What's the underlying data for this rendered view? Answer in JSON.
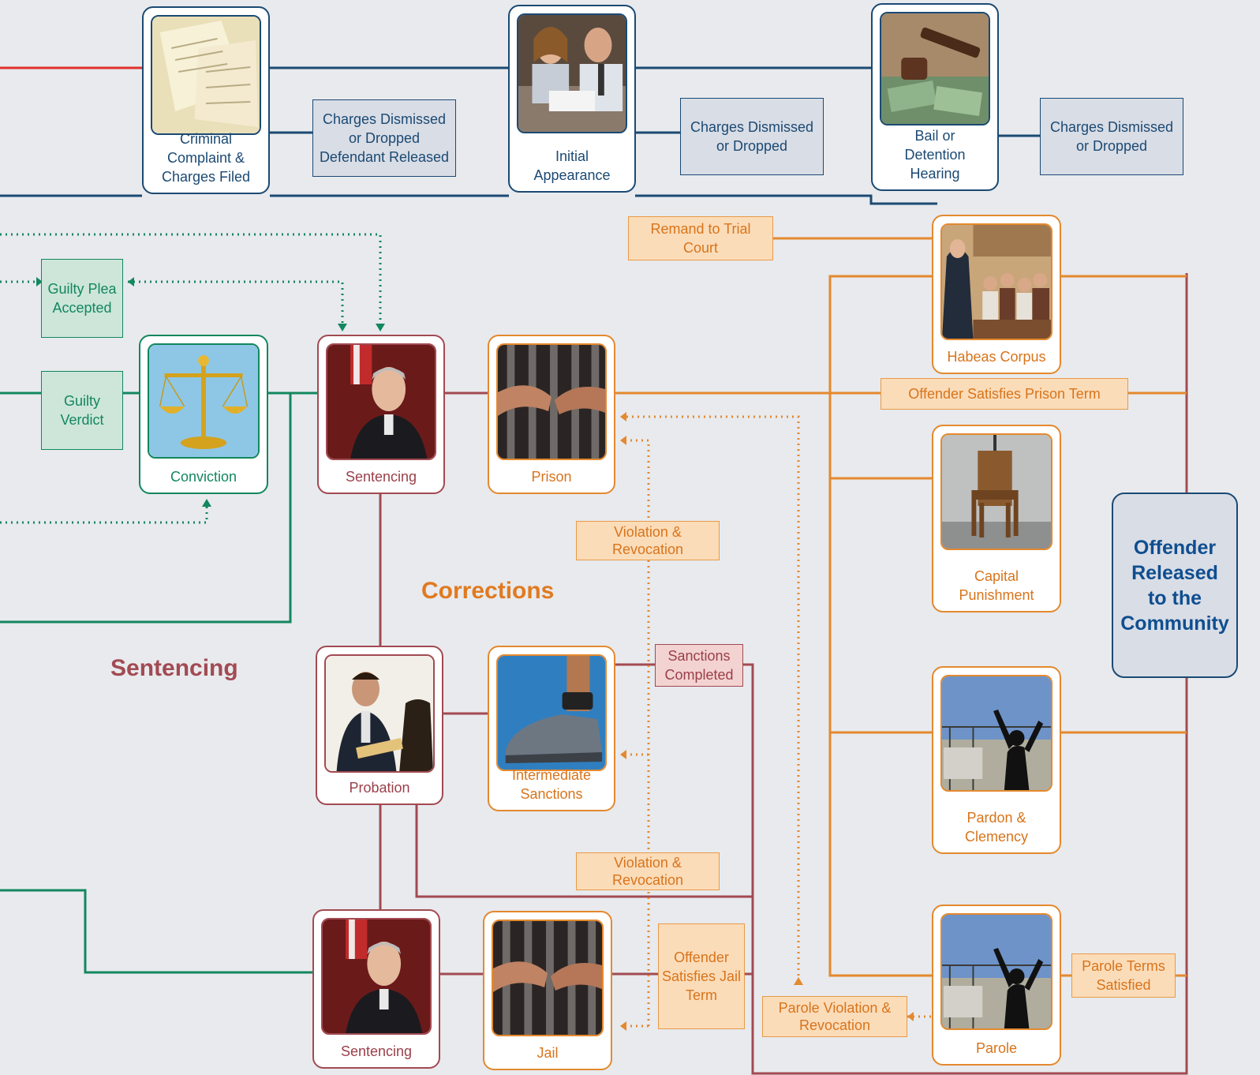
{
  "colors": {
    "prosecution_blue": "#1b4a73",
    "adjudication_green": "#13875e",
    "sentencing_red": "#a24a52",
    "corrections_orange": "#e4892e",
    "intake_red": "#e0302c",
    "community_text": "#0f4e8f"
  },
  "top_row": {
    "criminal_complaint": {
      "label": "Criminal\nComplaint &\nCharges Filed",
      "icon": "paper-documents-icon"
    },
    "dismissed_released": {
      "label": "Charges Dismissed\nor Dropped\nDefendant Released"
    },
    "initial_appearance": {
      "label": "Initial\nAppearance",
      "icon": "meeting-photo-icon"
    },
    "dismissed_2": {
      "label": "Charges Dismissed\nor Dropped"
    },
    "bail_hearing": {
      "label": "Bail or\nDetention\nHearing",
      "icon": "gavel-money-icon"
    },
    "dismissed_3": {
      "label": "Charges Dismissed\nor Dropped"
    }
  },
  "adjudication": {
    "guilty_plea": {
      "label": "Guilty Plea\nAccepted"
    },
    "guilty_verdict": {
      "label": "Guilty\nVerdict"
    },
    "conviction": {
      "label": "Conviction",
      "icon": "scales-of-justice-icon"
    }
  },
  "sentencing": {
    "heading": "Sentencing",
    "sentencing_1": {
      "label": "Sentencing",
      "icon": "judge-icon"
    },
    "probation": {
      "label": "Probation",
      "icon": "probation-officer-icon"
    },
    "sentencing_2": {
      "label": "Sentencing",
      "icon": "judge-icon"
    },
    "sanctions_completed": {
      "label": "Sanctions\nCompleted"
    }
  },
  "corrections": {
    "heading": "Corrections",
    "prison": {
      "label": "Prison",
      "icon": "jail-bars-icon"
    },
    "intermediate_sanctions": {
      "label": "Intermediate\nSanctions",
      "icon": "ankle-monitor-icon"
    },
    "jail": {
      "label": "Jail",
      "icon": "jail-bars-icon"
    },
    "violation_1": {
      "label": "Violation &\nRevocation"
    },
    "violation_2": {
      "label": "Violation &\nRevocation"
    },
    "satisfies_jail": {
      "label": "Offender\nSatisfies Jail\nTerm"
    },
    "remand": {
      "label": "Remand to Trial\nCourt"
    },
    "habeas_corpus": {
      "label": "Habeas Corpus",
      "icon": "courtroom-icon"
    },
    "satisfies_prison": {
      "label": "Offender Satisfies Prison Term"
    },
    "capital_punishment": {
      "label": "Capital\nPunishment",
      "icon": "electric-chair-icon"
    },
    "pardon": {
      "label": "Pardon &\nClemency",
      "icon": "released-person-icon"
    },
    "parole": {
      "label": "Parole",
      "icon": "released-person-icon"
    },
    "parole_terms": {
      "label": "Parole Terms\nSatisfied"
    },
    "parole_violation": {
      "label": "Parole Violation &\nRevocation"
    }
  },
  "community": {
    "label": "Offender\nReleased\nto the\nCommunity"
  }
}
